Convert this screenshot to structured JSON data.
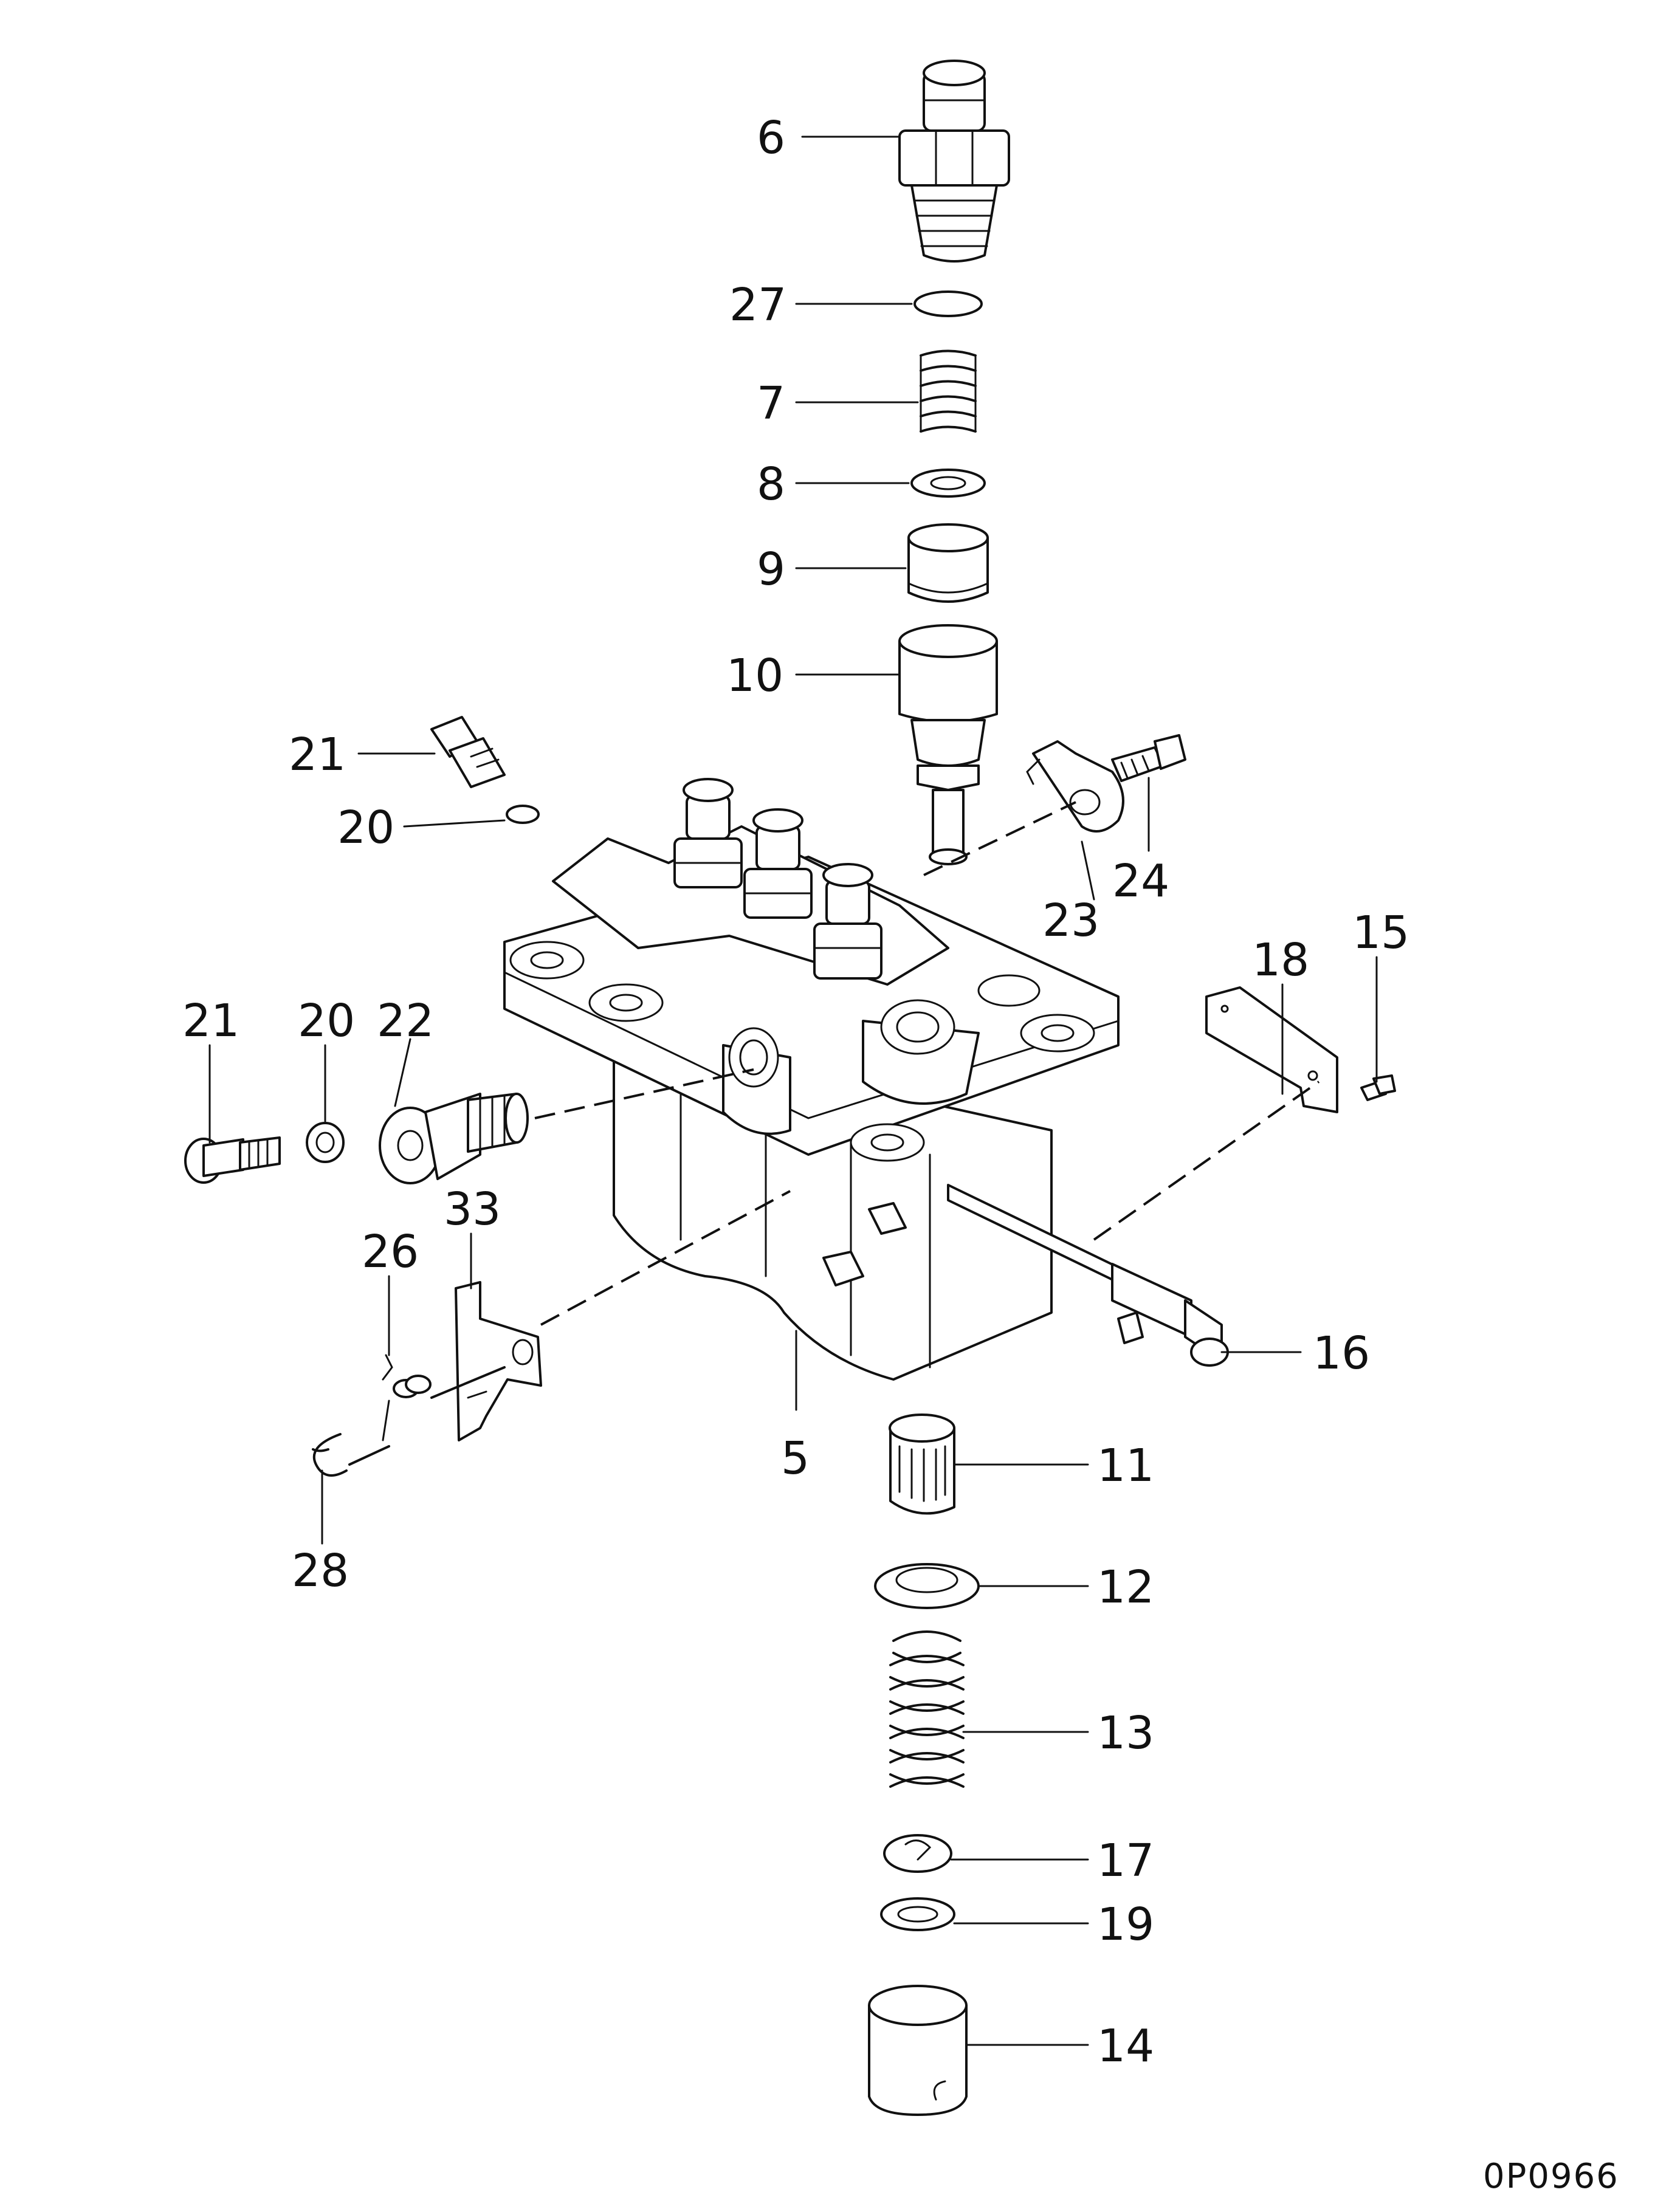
{
  "diagram": {
    "drawing_code": "0P0966",
    "callouts": {
      "c5": "5",
      "c6": "6",
      "c7": "7",
      "c8": "8",
      "c9": "9",
      "c10": "10",
      "c11": "11",
      "c12": "12",
      "c13": "13",
      "c14": "14",
      "c15": "15",
      "c16": "16",
      "c17": "17",
      "c18": "18",
      "c19": "19",
      "c20a": "20",
      "c20b": "20",
      "c21a": "21",
      "c21b": "21",
      "c22": "22",
      "c23": "23",
      "c24": "24",
      "c26": "26",
      "c27": "27",
      "c28": "28",
      "c33": "33"
    }
  }
}
